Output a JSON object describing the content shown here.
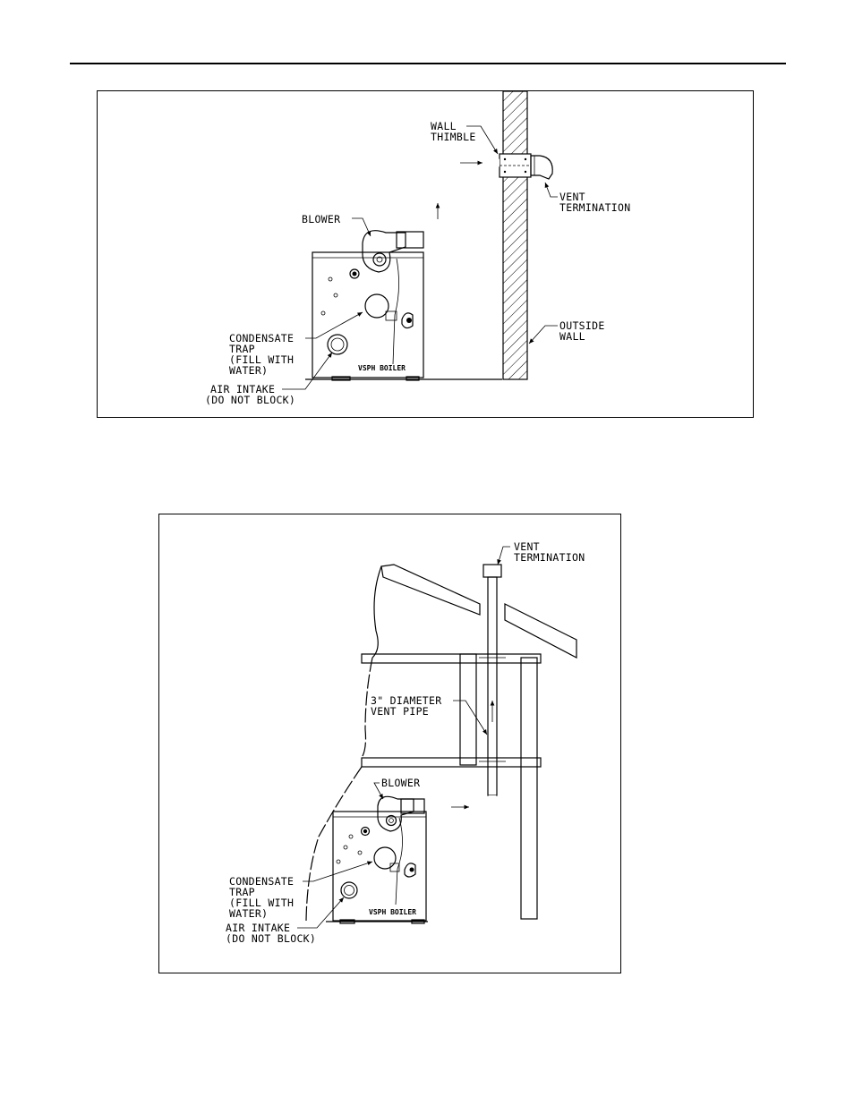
{
  "figure1": {
    "labels": {
      "wall_thimble_1": "WALL",
      "wall_thimble_2": "THIMBLE",
      "vent_termination_1": "VENT",
      "vent_termination_2": "TERMINATION",
      "blower": "BLOWER",
      "outside_wall_1": "OUTSIDE",
      "outside_wall_2": "WALL",
      "condensate_1": "CONDENSATE",
      "condensate_2": "TRAP",
      "condensate_3": "(FILL WITH",
      "condensate_4": "WATER)",
      "boiler_name": "VSPH BOILER",
      "air_intake_1": "AIR INTAKE",
      "air_intake_2": "(DO NOT BLOCK)"
    }
  },
  "figure2": {
    "labels": {
      "vent_termination_1": "VENT",
      "vent_termination_2": "TERMINATION",
      "vent_pipe_1": "3\" DIAMETER",
      "vent_pipe_2": "VENT PIPE",
      "blower": "BLOWER",
      "condensate_1": "CONDENSATE",
      "condensate_2": "TRAP",
      "condensate_3": "(FILL WITH",
      "condensate_4": "WATER)",
      "boiler_name": "VSPH BOILER",
      "air_intake_1": "AIR INTAKE",
      "air_intake_2": "(DO NOT BLOCK)"
    }
  }
}
